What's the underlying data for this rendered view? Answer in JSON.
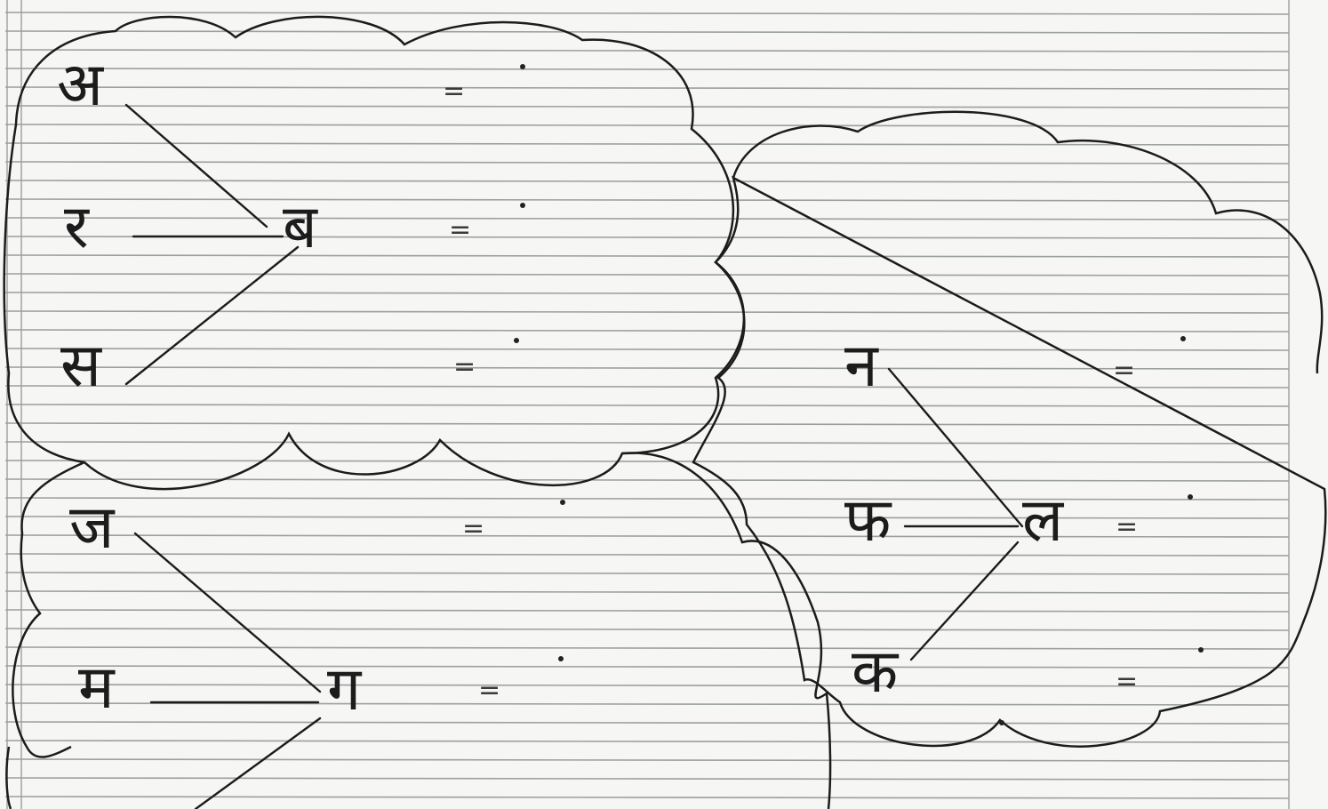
{
  "diagram": {
    "groups": [
      {
        "id": "group-1",
        "outer": [
          "अ",
          "र",
          "स"
        ],
        "center": "ब"
      },
      {
        "id": "group-2",
        "outer": [
          "ज",
          "म"
        ],
        "center": "ग"
      },
      {
        "id": "group-3",
        "outer": [
          "न",
          "फ",
          "क"
        ],
        "center": "ल"
      }
    ],
    "equals_sign": "=",
    "ink_color": "#1c1c1c",
    "paper_color": "#f6f6f4",
    "rule_color": "#9aa0a0"
  }
}
